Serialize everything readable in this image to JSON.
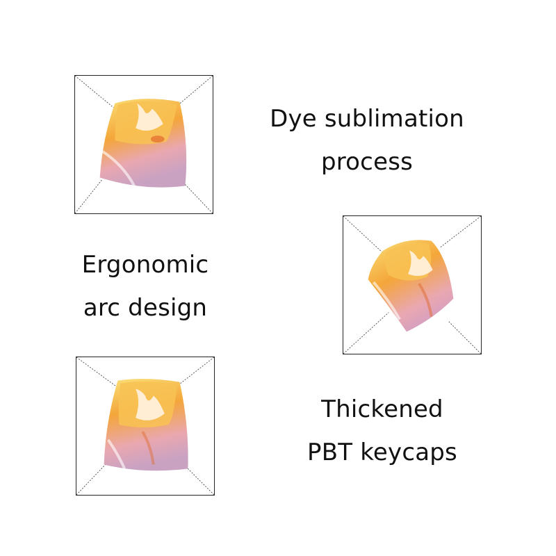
{
  "features": [
    {
      "lines": [
        "Dye sublimation",
        "process"
      ]
    },
    {
      "lines": [
        "Ergonomic",
        "arc design"
      ]
    },
    {
      "lines": [
        "Thickened",
        "PBT keycaps"
      ]
    }
  ],
  "keycap_images": [
    {
      "icon": "keycap-lotus-hand-icon",
      "view": "front"
    },
    {
      "icon": "keycap-lotus-hand-icon",
      "view": "angled"
    },
    {
      "icon": "keycap-lotus-hand-icon",
      "view": "front"
    }
  ],
  "colors": {
    "frame": "#222222",
    "text": "#111111",
    "keycap_orange": "#f4a63a",
    "keycap_yellow": "#fbe27a",
    "keycap_pink": "#e9a7b0",
    "keycap_lilac": "#c9a2c2"
  }
}
